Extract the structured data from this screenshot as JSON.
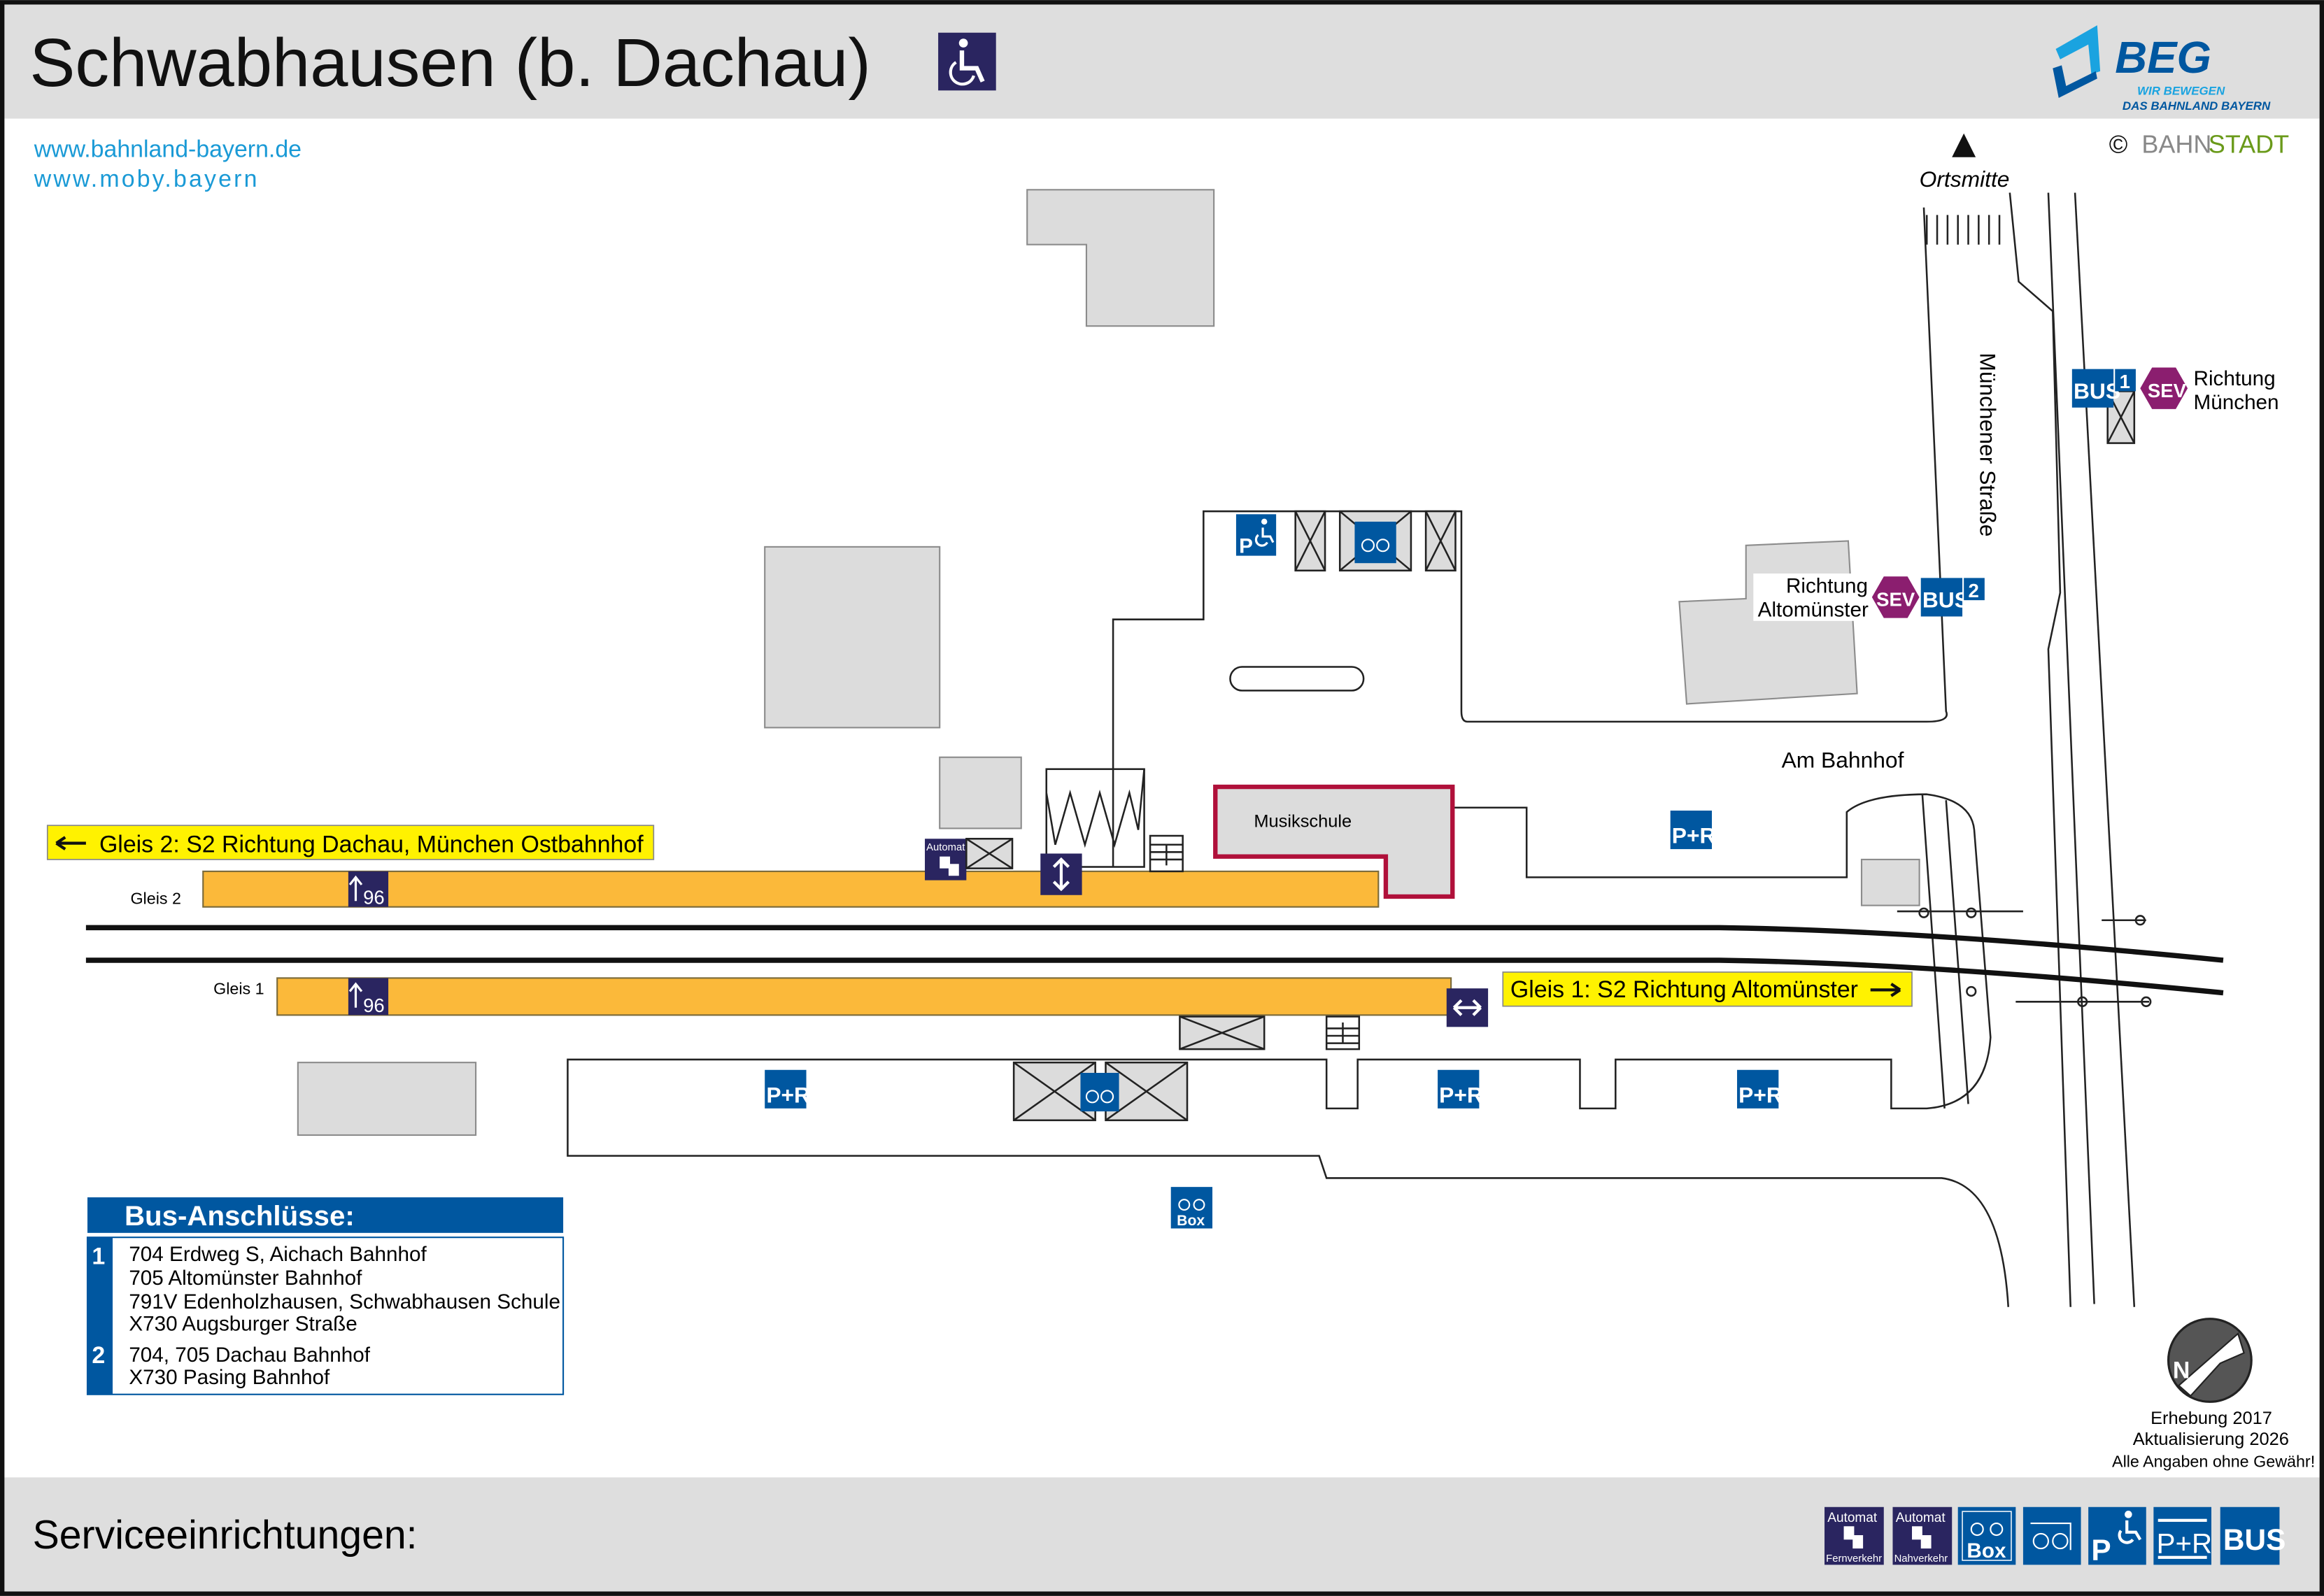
{
  "header": {
    "title": "Schwabhausen (b. Dachau)",
    "accessible_icon": "wheelchair-icon"
  },
  "links": [
    "www.bahnland-bayern.de",
    "www.moby.bayern"
  ],
  "logo": {
    "name": "BEG",
    "tagline1": "WIR BEWEGEN",
    "tagline2": "DAS BAHNLAND BAYERN"
  },
  "copyright": {
    "symbol": "©",
    "part1": "BAHN",
    "part2": "STADT"
  },
  "map": {
    "ortsmitte": "Ortsmitte",
    "street_muenchener": "Münchener Straße",
    "street_am_bahnhof": "Am Bahnhof",
    "musikschule": "Musikschule",
    "stop1": {
      "line1": "Richtung",
      "line2": "München",
      "bus": "BUS",
      "num": "1",
      "sev": "SEV"
    },
    "stop2": {
      "line1": "Richtung",
      "line2": "Altomünster",
      "bus": "BUS",
      "num": "2",
      "sev": "SEV"
    },
    "gleis2_label": "Gleis 2",
    "gleis1_label": "Gleis 1",
    "gleis2_direction": "Gleis 2: S2 Richtung Dachau, München Ostbahnhof",
    "gleis1_direction": "Gleis 1: S2 Richtung Altomünster",
    "platform_height": "96",
    "automat": "Automat",
    "pr": "P+R",
    "p": "P",
    "box": "Box"
  },
  "bus_connections": {
    "title": "Bus-Anschlüsse:",
    "groups": [
      {
        "num": "1",
        "lines": [
          "704 Erdweg S, Aichach Bahnhof",
          "705 Altomünster Bahnhof",
          "791V Edenholzhausen, Schwabhausen Schule",
          "X730 Augsburger Straße"
        ]
      },
      {
        "num": "2",
        "lines": [
          "704, 705 Dachau Bahnhof",
          "X730 Pasing Bahnhof"
        ]
      }
    ]
  },
  "notes": {
    "survey": "Erhebung 2017",
    "update": "Aktualisierung 2026",
    "disclaimer": "Alle Angaben ohne Gewähr!",
    "compass": "N"
  },
  "footer": {
    "title": "Serviceeinrichtungen:",
    "icons": [
      {
        "top": "Automat",
        "bottom": "Fernverkehr"
      },
      {
        "top": "Automat",
        "bottom": "Nahverkehr"
      },
      {
        "label": "Box"
      },
      {
        "label": "bike"
      },
      {
        "label": "P"
      },
      {
        "label": "P+R"
      },
      {
        "label": "BUS"
      }
    ]
  },
  "colors": {
    "blue": "#0057a0",
    "navy": "#2a2560",
    "platform": "#fbb93a",
    "sign": "#fff200",
    "sev": "#8b1e6f",
    "musikschule": "#b0103a"
  }
}
